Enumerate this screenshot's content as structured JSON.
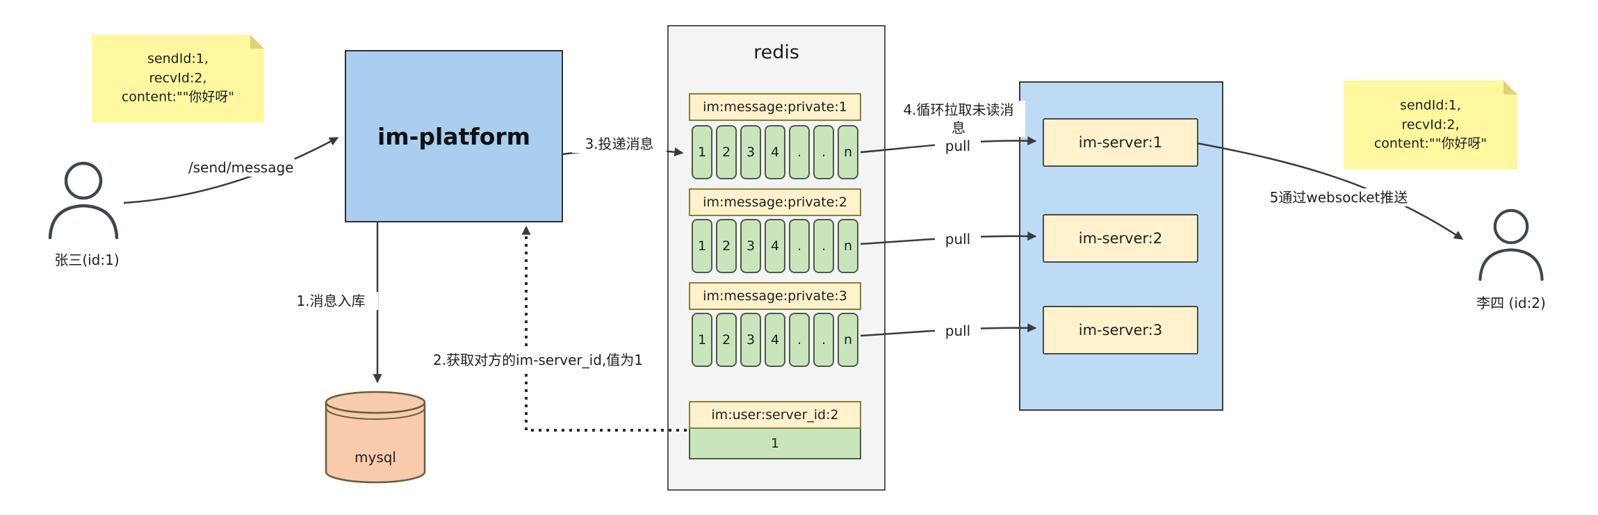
{
  "colors": {
    "platform_fill": "#A9CEEF",
    "server_group_fill": "#BDDBF5",
    "server_box_fill": "#FFF2CC",
    "queue_header_fill": "#FFF2CC",
    "queue_cell_fill": "#C9E5BC",
    "note_fill": "#FFF8A0",
    "redis_fill": "#F4F4F4",
    "mysql_fill": "#F8CBAD",
    "edge_stroke": "#3a3a3a"
  },
  "actors": {
    "sender": {
      "label": "张三(id:1)"
    },
    "receiver": {
      "label": "李四 (id:2)"
    }
  },
  "notes": {
    "sender_note": "sendId:1,\nrecvId:2,\ncontent:\"\"你好呀\"",
    "receiver_note": "sendId:1,\nrecvId:2,\ncontent:\"\"你好呀\""
  },
  "platform": {
    "label": "im-platform"
  },
  "database": {
    "label": "mysql"
  },
  "redis": {
    "title": "redis",
    "queues": [
      {
        "header": "im:message:private:1",
        "cells": [
          "1",
          "2",
          "3",
          "4",
          ".",
          ".",
          "n"
        ]
      },
      {
        "header": "im:message:private:2",
        "cells": [
          "1",
          "2",
          "3",
          "4",
          ".",
          ".",
          "n"
        ]
      },
      {
        "header": "im:message:private:3",
        "cells": [
          "1",
          "2",
          "3",
          "4",
          ".",
          ".",
          "n"
        ]
      }
    ],
    "user_mapping": {
      "header": "im:user:server_id:2",
      "value": "1"
    }
  },
  "servers": [
    {
      "label": "im-server:1"
    },
    {
      "label": "im-server:2"
    },
    {
      "label": "im-server:3"
    }
  ],
  "edges": {
    "send": "/send/message",
    "store": "1.消息入库",
    "lookup": "2.获取对方的im-server_id,值为1",
    "deliver": "3.投递消息",
    "poll": "4.循环拉取未读消\n息",
    "pull": "pull",
    "push": "5通过websocket推送"
  }
}
